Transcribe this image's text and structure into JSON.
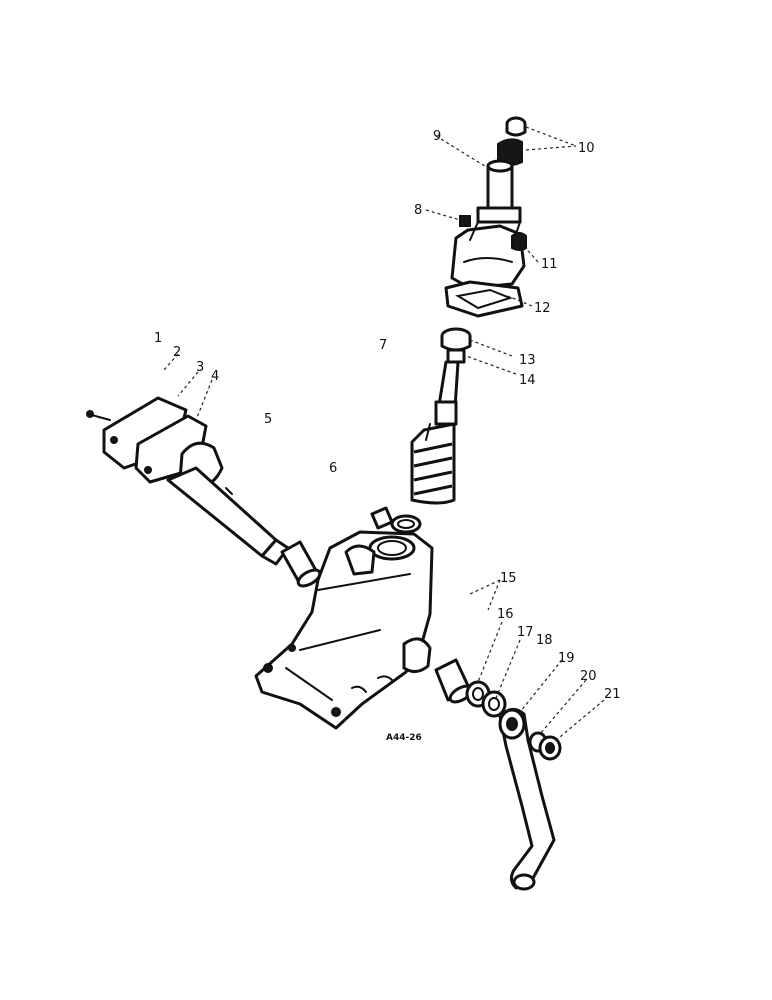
{
  "callouts": [
    {
      "id": "1",
      "text": "1"
    },
    {
      "id": "2",
      "text": "2"
    },
    {
      "id": "3",
      "text": "3"
    },
    {
      "id": "4",
      "text": "4"
    },
    {
      "id": "5",
      "text": "5"
    },
    {
      "id": "6",
      "text": "6"
    },
    {
      "id": "7",
      "text": "7"
    },
    {
      "id": "8",
      "text": "8"
    },
    {
      "id": "9",
      "text": "9"
    },
    {
      "id": "10",
      "text": "10"
    },
    {
      "id": "11",
      "text": "11"
    },
    {
      "id": "12",
      "text": "12"
    },
    {
      "id": "13",
      "text": "13"
    },
    {
      "id": "14",
      "text": "14"
    },
    {
      "id": "15",
      "text": "15"
    },
    {
      "id": "16",
      "text": "16"
    },
    {
      "id": "17",
      "text": "17"
    },
    {
      "id": "18",
      "text": "18"
    },
    {
      "id": "19",
      "text": "19"
    },
    {
      "id": "20",
      "text": "20"
    },
    {
      "id": "21",
      "text": "21"
    }
  ],
  "drawing_ref": "A44-26"
}
